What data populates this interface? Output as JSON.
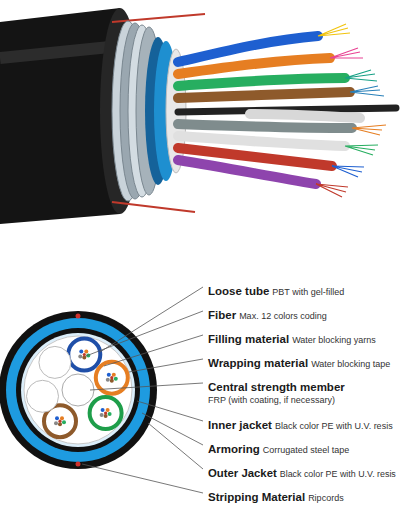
{
  "diagram": {
    "labels": [
      "Loose tube",
      "PBT with gel-filled",
      "Fiber",
      "Max. 12 colors coding",
      "Filling material",
      "Water blocking yarns",
      "Wrapping material",
      "Water blocking tape",
      "Central strength member",
      "FRP (with coating, if necessary)",
      "Inner jacket",
      "Black color PE with U.V. resis",
      "Armoring",
      "Corrugated steel tape",
      "Outer Jacket",
      "Black color PE with U.V. resis",
      "Stripping Material",
      "Ripcords"
    ]
  }
}
